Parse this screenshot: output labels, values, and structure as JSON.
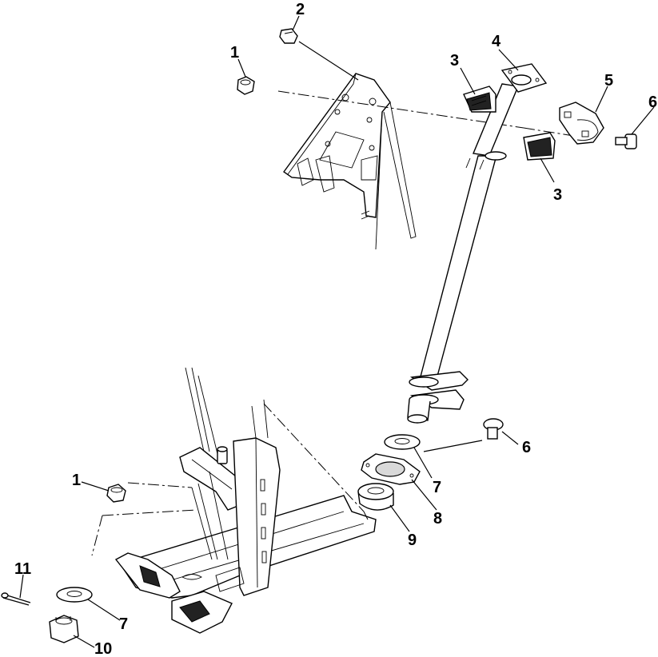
{
  "callouts": {
    "c1_top": "1",
    "c2": "2",
    "c3_top": "3",
    "c4": "4",
    "c5": "5",
    "c6_top": "6",
    "c3_bottom": "3",
    "c6_bottom": "6",
    "c7_right": "7",
    "c8": "8",
    "c9": "9",
    "c1_bottom": "1",
    "c11": "11",
    "c7_bottom": "7",
    "c10": "10"
  }
}
